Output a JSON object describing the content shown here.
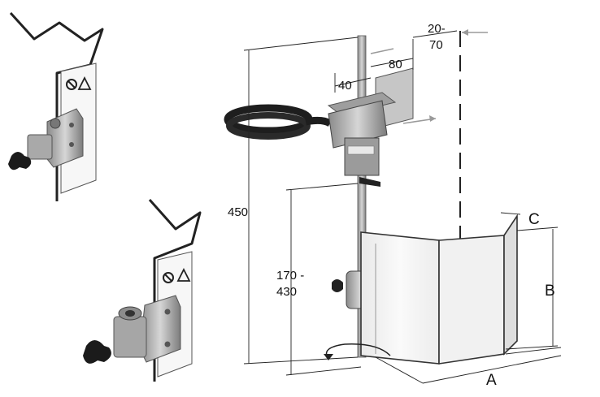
{
  "dimensions": {
    "height_total": "450",
    "shield_height_line1": "170 -",
    "shield_height_line2": "430",
    "offset_line1": "20-",
    "offset_line2": "70",
    "bracket_width": "80",
    "bracket_depth": "40",
    "shield_width": "A",
    "shield_height": "B",
    "shield_side": "C"
  },
  "colors": {
    "metal": "#b9b9b9",
    "metal_dark": "#6f6f6f",
    "hose": "#1e1e1e",
    "arrow": "#9a9a9a",
    "shield_fill": "#f4f4f4"
  }
}
